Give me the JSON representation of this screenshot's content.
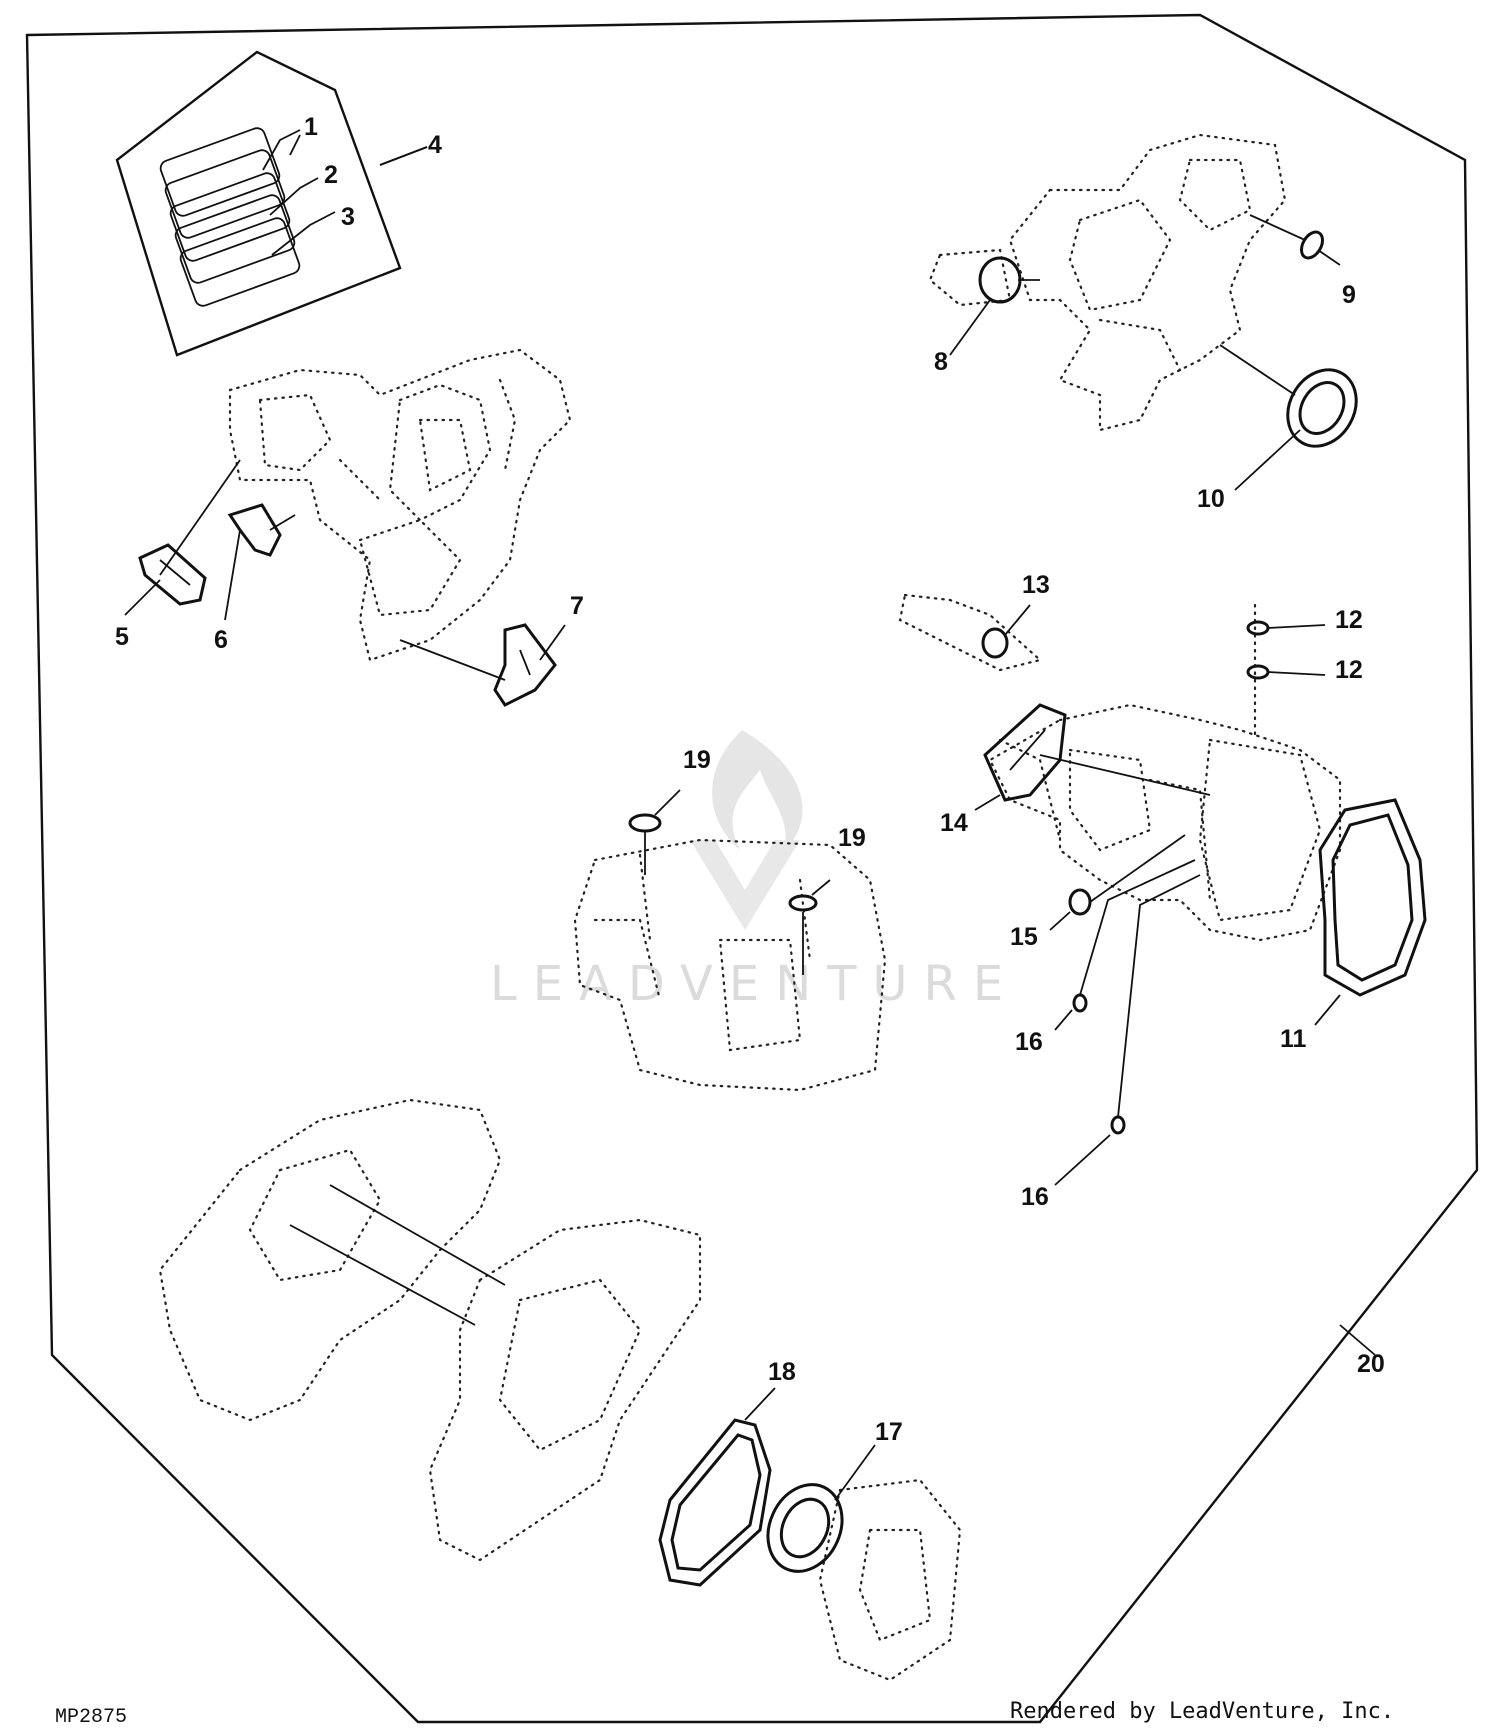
{
  "diagram": {
    "callouts": {
      "c1": "1",
      "c2": "2",
      "c3": "3",
      "c4": "4",
      "c5": "5",
      "c6": "6",
      "c7": "7",
      "c8": "8",
      "c9": "9",
      "c10": "10",
      "c11": "11",
      "c12a": "12",
      "c12b": "12",
      "c13": "13",
      "c14": "14",
      "c15": "15",
      "c16a": "16",
      "c16b": "16",
      "c17": "17",
      "c18": "18",
      "c19a": "19",
      "c19b": "19",
      "c20": "20"
    },
    "figure_code": "MP2875",
    "credit": "Rendered by LeadVenture, Inc.",
    "watermark": "LEADVENTURE"
  }
}
